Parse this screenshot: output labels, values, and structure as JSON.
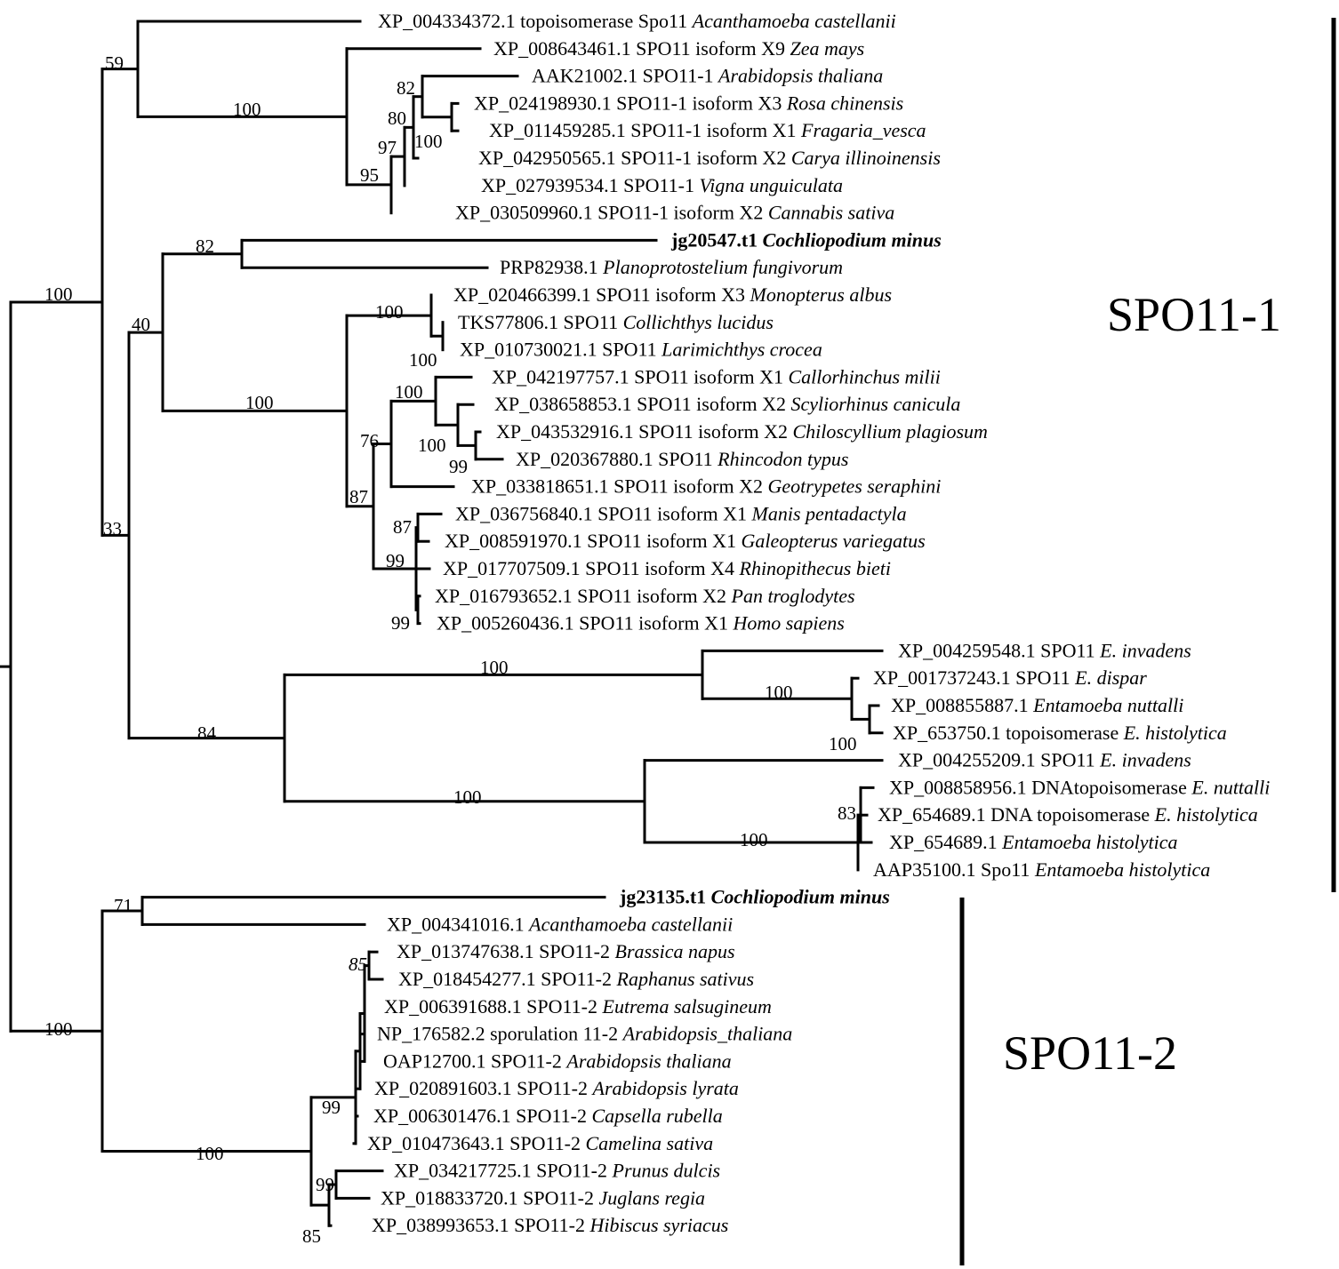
{
  "taxa": [
    {
      "id": "t1",
      "acc": "XP_004334372.1 topoisomerase Spo11",
      "species": "Acanthamoeba castellanii"
    },
    {
      "id": "t2",
      "acc": "XP_008643461.1 SPO11 isoform X9",
      "species": "Zea mays"
    },
    {
      "id": "t3",
      "acc": "AAK21002.1 SPO11-1",
      "species": "Arabidopsis thaliana"
    },
    {
      "id": "t4",
      "acc": "XP_024198930.1 SPO11-1 isoform X3",
      "species": "Rosa chinensis"
    },
    {
      "id": "t5",
      "acc": "XP_011459285.1 SPO11-1 isoform X1",
      "species": "Fragaria_vesca"
    },
    {
      "id": "t6",
      "acc": "XP_042950565.1 SPO11-1 isoform X2",
      "species": "Carya illinoinensis"
    },
    {
      "id": "t7",
      "acc": "XP_027939534.1 SPO11-1",
      "species": "Vigna unguiculata"
    },
    {
      "id": "t8",
      "acc": "XP_030509960.1 SPO11-1 isoform X2",
      "species": "Cannabis sativa"
    },
    {
      "id": "t9",
      "acc": "jg20547.t1",
      "species": "Cochliopodium minus",
      "bold": true
    },
    {
      "id": "t10",
      "acc": "PRP82938.1",
      "species": "Planoprotostelium fungivorum"
    },
    {
      "id": "t11",
      "acc": "XP_020466399.1 SPO11 isoform X3",
      "species": "Monopterus albus"
    },
    {
      "id": "t12",
      "acc": "TKS77806.1 SPO11",
      "species": "Collichthys lucidus"
    },
    {
      "id": "t13",
      "acc": "XP_010730021.1 SPO11",
      "species": "Larimichthys crocea"
    },
    {
      "id": "t14",
      "acc": "XP_042197757.1 SPO11 isoform X1",
      "species": "Callorhinchus milii"
    },
    {
      "id": "t15",
      "acc": "XP_038658853.1 SPO11 isoform X2",
      "species": "Scyliorhinus canicula"
    },
    {
      "id": "t16",
      "acc": "XP_043532916.1 SPO11 isoform X2",
      "species": "Chiloscyllium plagiosum"
    },
    {
      "id": "t17",
      "acc": "XP_020367880.1 SPO11",
      "species": "Rhincodon typus"
    },
    {
      "id": "t18",
      "acc": "XP_033818651.1 SPO11 isoform X2",
      "species": "Geotrypetes seraphini"
    },
    {
      "id": "t19",
      "acc": "XP_036756840.1 SPO11 isoform X1",
      "species": "Manis pentadactyla"
    },
    {
      "id": "t20",
      "acc": "XP_008591970.1 SPO11 isoform X1",
      "species": "Galeopterus variegatus"
    },
    {
      "id": "t21",
      "acc": "XP_017707509.1 SPO11 isoform X4",
      "species": "Rhinopithecus bieti"
    },
    {
      "id": "t22",
      "acc": "XP_016793652.1 SPO11 isoform X2",
      "species": "Pan troglodytes"
    },
    {
      "id": "t23",
      "acc": "XP_005260436.1 SPO11 isoform X1",
      "species": "Homo sapiens"
    },
    {
      "id": "t24",
      "acc": "XP_004259548.1 SPO11",
      "species": "E. invadens"
    },
    {
      "id": "t25",
      "acc": "XP_001737243.1 SPO11",
      "species": "E. dispar"
    },
    {
      "id": "t26",
      "acc": "XP_008855887.1",
      "species": "Entamoeba nuttalli"
    },
    {
      "id": "t27",
      "acc": "XP_653750.1 topoisomerase",
      "species": "E. histolytica"
    },
    {
      "id": "t28",
      "acc": "XP_004255209.1 SPO11",
      "species": "E. invadens"
    },
    {
      "id": "t29",
      "acc": "XP_008858956.1 DNAtopoisomerase",
      "species": "E. nuttalli"
    },
    {
      "id": "t30",
      "acc": "XP_654689.1 DNA topoisomerase",
      "species": "E. histolytica"
    },
    {
      "id": "t31",
      "acc": "XP_654689.1",
      "species": "Entamoeba histolytica"
    },
    {
      "id": "t32",
      "acc": "AAP35100.1 Spo11",
      "species": "Entamoeba histolytica"
    },
    {
      "id": "t33",
      "acc": "jg23135.t1",
      "species": "Cochliopodium minus",
      "bold": true
    },
    {
      "id": "t34",
      "acc": "XP_004341016.1",
      "species": "Acanthamoeba castellanii"
    },
    {
      "id": "t35",
      "acc": "XP_013747638.1 SPO11-2",
      "species": "Brassica napus"
    },
    {
      "id": "t36",
      "acc": "XP_018454277.1 SPO11-2",
      "species": "Raphanus sativus"
    },
    {
      "id": "t37",
      "acc": "XP_006391688.1 SPO11-2",
      "species": "Eutrema salsugineum"
    },
    {
      "id": "t38",
      "acc": "NP_176582.2 sporulation 11-2",
      "species": "Arabidopsis_thaliana"
    },
    {
      "id": "t39",
      "acc": "OAP12700.1 SPO11-2",
      "species": "Arabidopsis thaliana"
    },
    {
      "id": "t40",
      "acc": "XP_020891603.1 SPO11-2",
      "species": "Arabidopsis lyrata"
    },
    {
      "id": "t41",
      "acc": "XP_006301476.1 SPO11-2",
      "species": "Capsella rubella"
    },
    {
      "id": "t42",
      "acc": "XP_010473643.1 SPO11-2",
      "species": "Camelina sativa"
    },
    {
      "id": "t43",
      "acc": "XP_034217725.1 SPO11-2",
      "species": "Prunus dulcis"
    },
    {
      "id": "t44",
      "acc": "XP_018833720.1 SPO11-2",
      "species": "Juglans regia"
    },
    {
      "id": "t45",
      "acc": "XP_038993653.1 SPO11-2",
      "species": "Hibiscus syriacus"
    }
  ],
  "bootstrap_values": [
    "59",
    "100",
    "82",
    "80",
    "100",
    "97",
    "95",
    "100",
    "82",
    "40",
    "100",
    "100",
    "100",
    "100",
    "76",
    "100",
    "99",
    "87",
    "87",
    "99",
    "99",
    "33",
    "100",
    "100",
    "100",
    "84",
    "100",
    "83",
    "100",
    "71",
    "100",
    "99",
    "100",
    "99",
    "85",
    "85"
  ],
  "clades": [
    {
      "id": "c1",
      "label": "SPO11-1"
    },
    {
      "id": "c2",
      "label": "SPO11-2"
    }
  ]
}
